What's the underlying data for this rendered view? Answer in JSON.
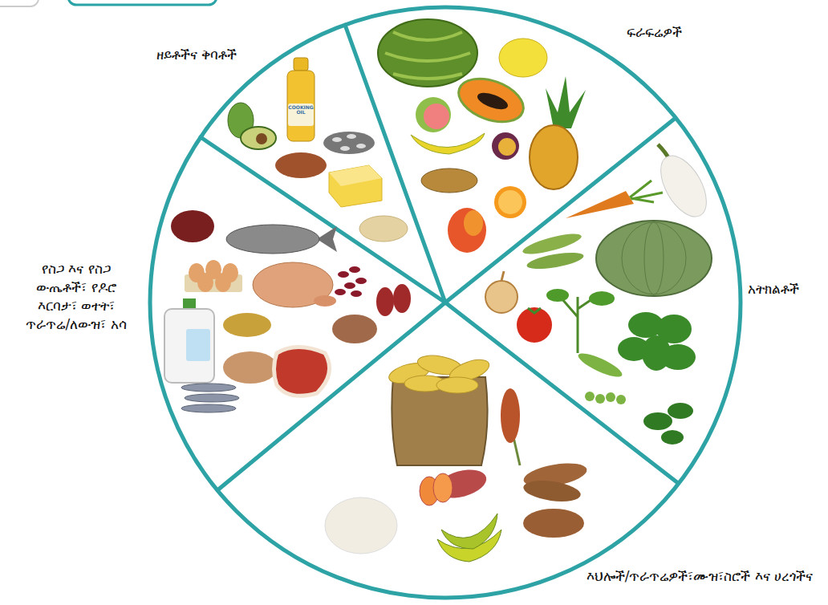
{
  "diagram": {
    "nodes": [
      {
        "text": [
          "ዘይቶችና ቅባቶች"
        ]
      },
      {
        "text": [
          "ፍራፍሬዎች"
        ]
      },
      {
        "text": [
          "የስጋ እና የስጋ ውጤቶች፣ የዶሮ እርባታ፣ ወተት፣ ጥራጥሬ/ለውዝ፣ አሳ"
        ]
      },
      {
        "text": [
          "አትክልቶች"
        ]
      },
      {
        "text": [
          "እህሎች/ጥራጥሬዎች፣ሙዝ፣ስሮች እና ሀረጎችና"
        ]
      }
    ],
    "labels": [
      "COOKING OIL"
    ]
  }
}
